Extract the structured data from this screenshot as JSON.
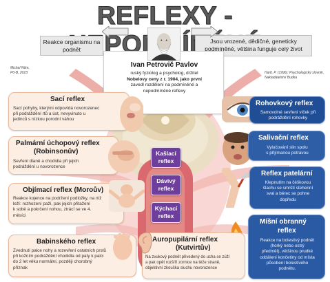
{
  "title": "REFLEXY - NEPODMÍNĚNÉ",
  "left_box": "Reakce organismu na podnět",
  "right_box": "Jsou vrozené, dědičné, geneticky podmíněné, většina funguje celý život",
  "author_note": [
    "Michal Něm,",
    "P0-B, 2023"
  ],
  "source_note": [
    "Hartl, P. (1996): Psychologický slovník,",
    "Nakladatelství Budka"
  ],
  "pavlov": {
    "name": "Ivan Petrovič Pavlov",
    "lines": [
      "ruský fyziolog a psycholog, držitel",
      "Nobelovy ceny z r. 1904, jako první",
      "zavedl rozdělení na podmíněné a",
      "nepodmíněné reflexy"
    ]
  },
  "left_cards": [
    {
      "title": "Sací reflex",
      "lines": [
        "Sací pohyby, kterými odpovídá novorozenec",
        "při podráždění rtů a úst, nevyvinuto u",
        "jedinců s nízkou porodní váhou"
      ]
    },
    {
      "title": "Palmární úchopový reflex",
      "title2": "(Robinsonův)",
      "lines": [
        "Sevření dlaně a chodidla při jejich",
        "podráždění u novorozence"
      ]
    },
    {
      "title": "Objímací reflex (Moroův)",
      "lines": [
        "Reakce kojence na podržení podložky, na níž",
        "leží: rozhození paží, pak jejich přitažení",
        "k sobě a pokrčení nohou, ztrácí se ve 4.",
        "měsíci"
      ]
    },
    {
      "title": "Babinského reflex",
      "lines": [
        "Zvednutí palce nohy a rozevření ostatních prstů",
        "při kožním podráždění chodidla od paty k palci",
        "do 2 let věku normální, později chorobný",
        "příznak"
      ]
    }
  ],
  "right_cards": [
    {
      "title": "Rohovkový reflex",
      "lines": [
        "Samovolné sevření víček při",
        "podráždění rohovky"
      ]
    },
    {
      "title": "Salivační reflex",
      "lines": [
        "Vylučování slin spolu",
        "s přijímanou potravou"
      ]
    },
    {
      "title": "Reflex patelární",
      "lines": [
        "Klepnutím na čéškovou",
        "šlachu se smrští stehenní",
        "sval a bérec se pohne",
        "dopředu"
      ]
    },
    {
      "title": "Míšní obranný",
      "title2": "reflex",
      "lines": [
        "Reakce na bolestivý podnět",
        "(horký nebo ostrý",
        "předmět), většinou prudké",
        "oddálení končetiny od místa",
        "působení bolestivého",
        "podnětu."
      ]
    }
  ],
  "bottom_card": {
    "title": "Auropupilární reflex",
    "title2": "(Kutvirtův)",
    "lines": [
      "Na zvukový podnět přivedený do ucha se zúží",
      "a pak opět rozšíří zornice na téže straně,",
      "objektivní zkouška sluchu novorozence"
    ]
  },
  "center_labels": [
    {
      "l1": "Kašlací",
      "l2": "reflex"
    },
    {
      "l1": "Dávivý",
      "l2": "reflex"
    },
    {
      "l1": "Kýchací",
      "l2": "reflex"
    }
  ],
  "icons": [
    "pavlov-portrait",
    "baby-mouth-photo",
    "baby-hand-photo",
    "baby-lying-photo",
    "baby-foot-photo",
    "eye-photo",
    "baby-face-photo",
    "knee-hammer-photo",
    "hand-flame-icon",
    "ear-photo",
    "spinal-cord-illustration"
  ],
  "colors": {
    "card_peach": "#fdeee3",
    "card_blue": "#1f4e96",
    "label_purple": "#6d3e9c",
    "bone": "#eadfc4",
    "nerve": "#d9696f"
  }
}
